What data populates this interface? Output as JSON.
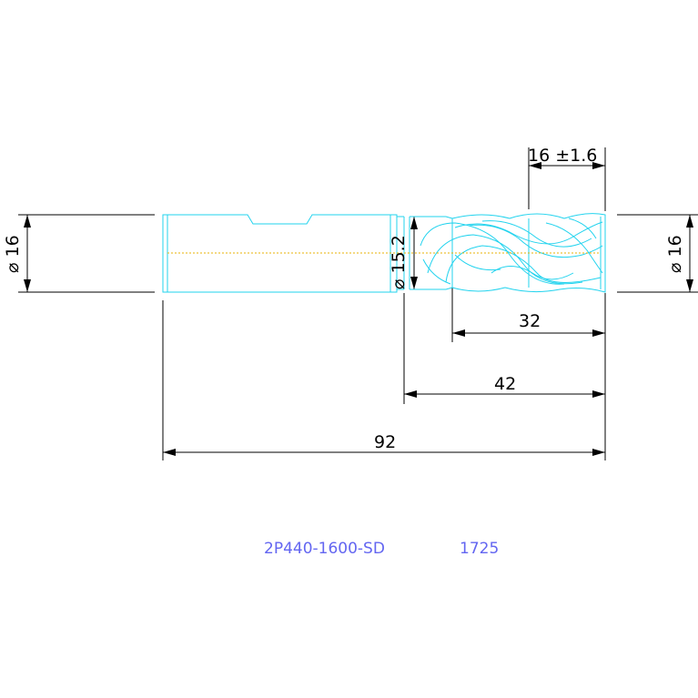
{
  "dimensions": {
    "shank_diameter_left": "⌀ 16",
    "cutter_diameter_right": "⌀ 16",
    "neck_diameter": "⌀ 15.2",
    "cutting_diameter_tolerance": "16 ±1.6",
    "flute_length": "32",
    "length_below_shank": "42",
    "overall_length": "92"
  },
  "title_block": {
    "part_number": "2P440-1600-SD",
    "code": "1725"
  },
  "colors": {
    "dimension_lines": "#000000",
    "tool_outline": "#22d3ee",
    "center_line": "#eab308",
    "label_text": "#6366f1"
  }
}
